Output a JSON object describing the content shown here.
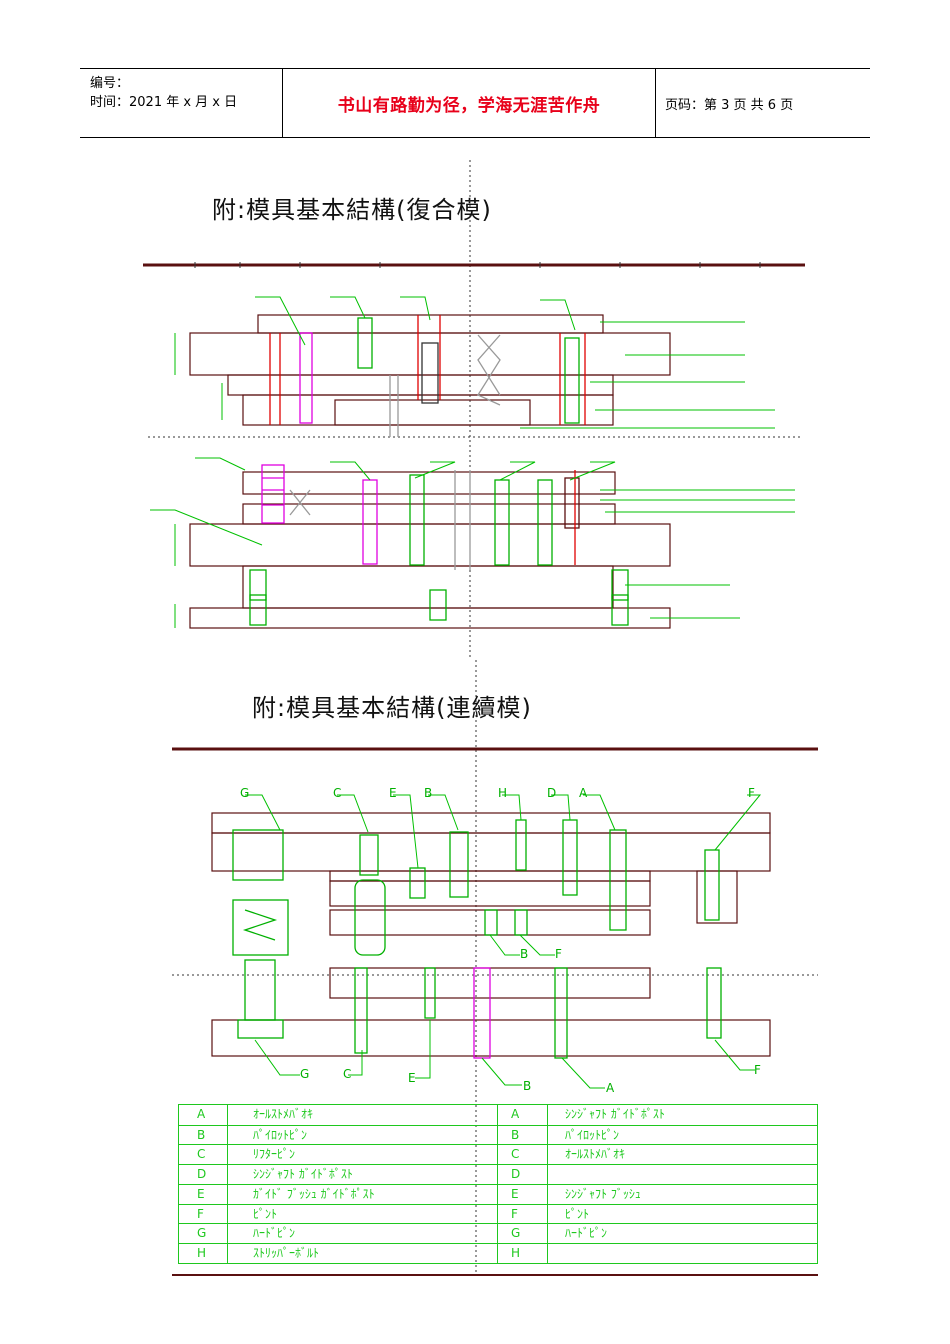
{
  "header": {
    "number_label": "编号：",
    "time_label": "时间：2021 年 x 月 x 日",
    "motto": "书山有路勤为径，学海无涯苦作舟",
    "page_info": "页码：第 3 页  共 6 页"
  },
  "section1": {
    "title": "附:模具基本結構(復合模)"
  },
  "section2": {
    "title": "附:模具基本結構(連續模)"
  },
  "drawing2_labels": {
    "top": [
      "G",
      "C",
      "E",
      "B",
      "H",
      "D",
      "A",
      "F"
    ],
    "mid": [
      "B",
      "F"
    ],
    "bottom": [
      "G",
      "C",
      "E",
      "B",
      "A",
      "F"
    ]
  },
  "legend": {
    "rows": [
      {
        "key_l": "A",
        "text_l": "ｵｰﾙｽﾄﾒﾊﾞｵｷ",
        "key_r": "A",
        "text_r": "ｼﾝｼﾞｬﾌﾄ ｶﾞｲﾄﾞﾎﾟｽﾄ"
      },
      {
        "key_l": "B",
        "text_l": "ﾊﾟｲﾛｯﾄﾋﾟﾝ",
        "key_r": "B",
        "text_r": "ﾊﾟｲﾛｯﾄﾋﾟﾝ"
      },
      {
        "key_l": "C",
        "text_l": "ﾘﾌﾀｰﾋﾟﾝ",
        "key_r": "C",
        "text_r": "ｵｰﾙｽﾄﾒﾊﾞｵｷ"
      },
      {
        "key_l": "D",
        "text_l": "ｼﾝｼﾞｬﾌﾄ ｶﾞｲﾄﾞﾎﾟｽﾄ",
        "key_r": "D",
        "text_r": ""
      },
      {
        "key_l": "E",
        "text_l": "ｶﾞｲﾄﾞ ﾌﾞｯｼｭ ｶﾞｲﾄﾞﾎﾟｽﾄ",
        "key_r": "E",
        "text_r": "ｼﾝｼﾞｬﾌﾄ ﾌﾞｯｼｭ"
      },
      {
        "key_l": "F",
        "text_l": "ﾋﾟﾝﾄ",
        "key_r": "F",
        "text_r": "ﾋﾟﾝﾄ"
      },
      {
        "key_l": "G",
        "text_l": "ﾊｰﾄﾞﾋﾟﾝ",
        "key_r": "G",
        "text_r": "ﾊｰﾄﾞﾋﾟﾝ"
      },
      {
        "key_l": "H",
        "text_l": "ｽﾄﾘｯﾊﾟｰﾎﾞﾙﾄ",
        "key_r": "H",
        "text_r": ""
      }
    ]
  }
}
